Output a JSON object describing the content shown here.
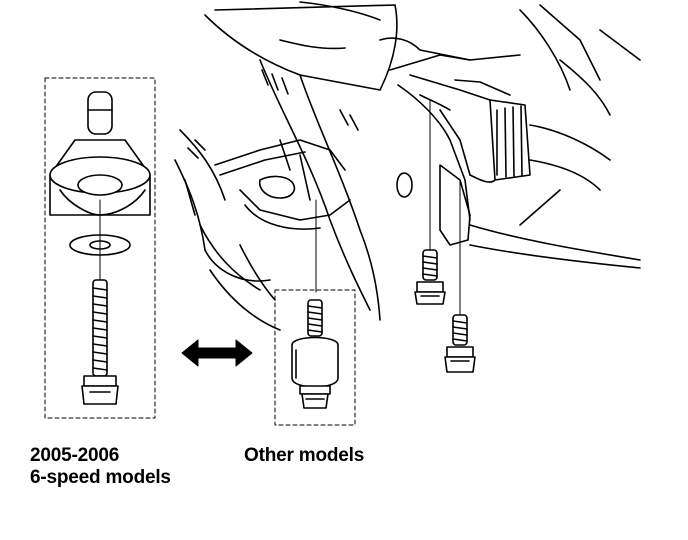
{
  "labels": {
    "six_speed_line1": "2005-2006",
    "six_speed_line2": "6-speed models",
    "other_models": "Other models"
  },
  "colors": {
    "ink": "#000000",
    "paper": "#ffffff"
  }
}
